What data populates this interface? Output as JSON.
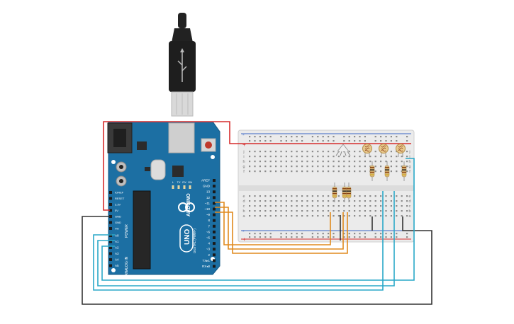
{
  "canvas": {
    "background": "#ffffff"
  },
  "arduino": {
    "brand": "ARDUINO",
    "model": "UNO",
    "digital_label": "DIGITAL (PWM~)",
    "power_header_title": "POWER",
    "analog_header_title": "ANALOG IN",
    "power_pins": [
      "IOREF",
      "RESET",
      "3.3V",
      "5V",
      "GND",
      "GND",
      "Vin"
    ],
    "analog_pins": [
      "A0",
      "A1",
      "A2",
      "A3",
      "A4",
      "A5"
    ],
    "digital_pins": [
      "AREF",
      "GND",
      "13",
      "12",
      "~11",
      "~10",
      "~9",
      "8",
      "7",
      "~6",
      "~5",
      "4",
      "~3",
      "2",
      "TX▸1",
      "RX◂0"
    ],
    "led_labels": [
      "L",
      "TX",
      "RX",
      "ON"
    ],
    "board_color": "#1c6fa3"
  },
  "breadboard": {
    "row_letters_top": [
      "j",
      "i",
      "h",
      "g",
      "f"
    ],
    "row_letters_bottom": [
      "e",
      "d",
      "c",
      "b",
      "a"
    ],
    "rail_plus": "+",
    "rail_minus": "-"
  },
  "wire_colors": {
    "power": "#d62d2d",
    "ground": "#333333",
    "signal": "#e08a1e",
    "sensor": "#2aa8c8"
  }
}
